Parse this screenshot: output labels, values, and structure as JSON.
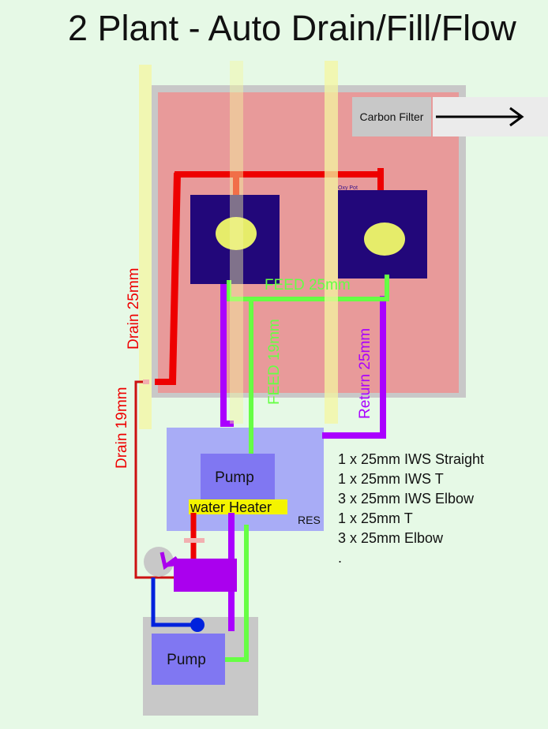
{
  "title": "2 Plant - Auto Drain/Fill/Flow",
  "labels": {
    "carbon_filter": "Carbon Filter",
    "oxy_pot": "Oxy Pot",
    "feed_25": "FEED 25mm",
    "feed_19": "FEED 19mm",
    "return_25": "Return 25mm",
    "drain_25": "Drain 25mm",
    "drain_19": "Drain 19mm",
    "pump_res": "Pump",
    "water_heater": "water Heater",
    "res": "RES",
    "pump_bottom": "Pump"
  },
  "parts_list": [
    "1 x 25mm IWS Straight",
    "1 x 25mm IWS T",
    "3 x 25mm IWS Elbow",
    "1 x 25mm T",
    "3 x 25mm Elbow",
    "."
  ],
  "colors": {
    "background": "#e6f9e6",
    "tent": "#e89a9a",
    "tent_frame": "#c8c8c8",
    "pot": "#22077a",
    "pot_center": "#e6ec6a",
    "feed_line": "#66ff44",
    "return_line": "#aa00ff",
    "drain_line": "#ee0000",
    "bottom_drain_line": "#cc1111",
    "blue_line": "#0022dd",
    "reservoir": "#a8acf6",
    "pump": "#8077f2",
    "manifold": "#aa00ee",
    "highlight": "#f4f6a0"
  }
}
